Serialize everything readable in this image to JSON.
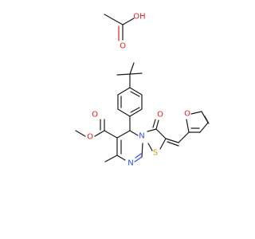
{
  "molecules": [
    {
      "name": "acetic-acid",
      "atoms": [
        {
          "id": "ac_o1",
          "label": "O",
          "element": "O"
        },
        {
          "id": "ac_oh",
          "label": "OH",
          "element": "O"
        }
      ]
    },
    {
      "name": "main-compound",
      "atoms": [
        {
          "id": "o_est1",
          "label": "O",
          "element": "O"
        },
        {
          "id": "o_est2",
          "label": "O",
          "element": "O"
        },
        {
          "id": "o_keto",
          "label": "O",
          "element": "O"
        },
        {
          "id": "o_furan",
          "label": "O",
          "element": "O"
        },
        {
          "id": "n_ring",
          "label": "N",
          "element": "N"
        },
        {
          "id": "n_imine",
          "label": "N",
          "element": "N"
        },
        {
          "id": "s_ring",
          "label": "S",
          "element": "S"
        }
      ]
    }
  ],
  "colors": {
    "carbon": "#1a1a1a",
    "oxygen": "#e02020",
    "nitrogen": "#3050f8",
    "sulfur": "#c8a400"
  }
}
